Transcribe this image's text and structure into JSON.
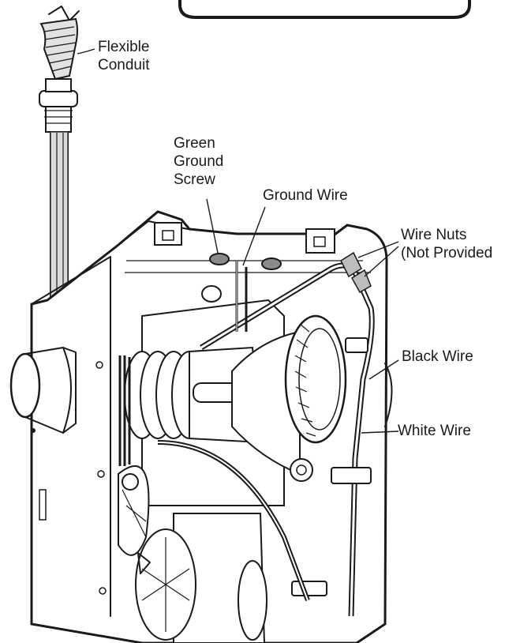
{
  "labels": {
    "flexible_conduit": [
      "Flexible",
      "Conduit"
    ],
    "green_ground_screw": [
      "Green",
      "Ground",
      "Screw"
    ],
    "ground_wire": "Ground Wire",
    "wire_nuts": [
      "Wire Nuts",
      "(Not Provided"
    ],
    "black_wire": "Black Wire",
    "white_wire": "White Wire"
  },
  "colors": {
    "line": "#1a1a1a",
    "housing_fill": "#ffffff",
    "shade": "#d9d9d9",
    "dark_shade": "#8a8a8a"
  }
}
